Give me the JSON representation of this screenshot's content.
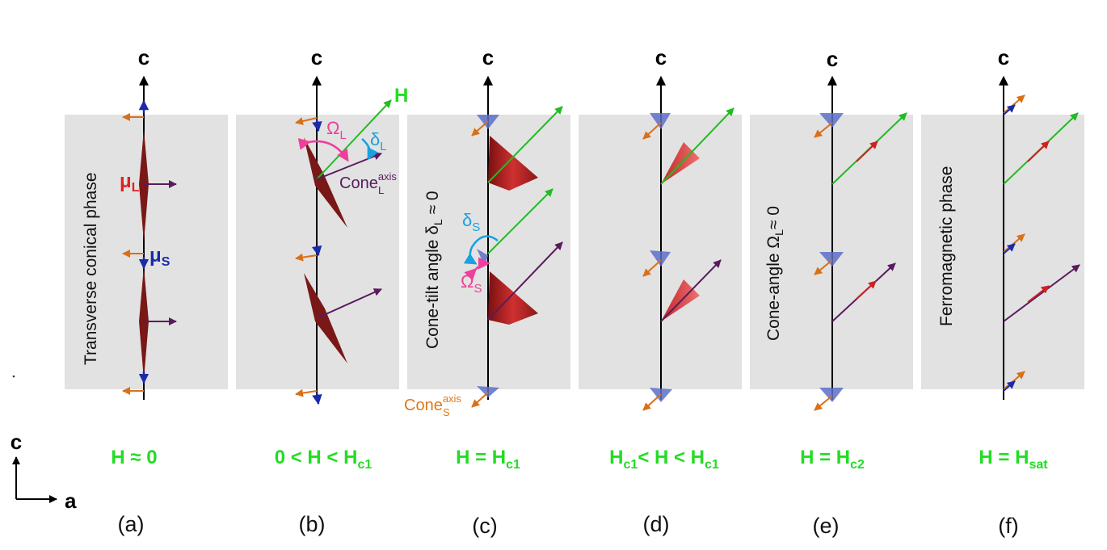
{
  "panels": [
    {
      "letter": "(a)",
      "field_label": "H ≈ 0",
      "side_label": "Transverse conical phase"
    },
    {
      "letter": "(b)",
      "field_label": "0 < H < H",
      "field_sub": "c1"
    },
    {
      "letter": "(c)",
      "field_label": "H = H",
      "field_sub": "c1",
      "side_label": "Cone-tilt angle δ",
      "side_sub": "L",
      "side_tail": " ≈ 0"
    },
    {
      "letter": "(d)",
      "field_label_pre": "H",
      "field_pre_sub": "c1",
      "field_label_mid": "< H < H",
      "field_sub": "c1"
    },
    {
      "letter": "(e)",
      "field_label": "H = H",
      "field_sub": "c2",
      "side_label": "Cone-angle Ω",
      "side_sub": "L",
      "side_tail": "≈ 0"
    },
    {
      "letter": "(f)",
      "field_label": "H = H",
      "field_sub": "sat",
      "side_label": "Ferromagnetic phase"
    }
  ],
  "axis_label": "c",
  "labels": {
    "mu_L": "μ",
    "mu_L_sub": "L",
    "mu_S": "μ",
    "mu_S_sub": "S",
    "H": "H",
    "Omega_L": "Ω",
    "Omega_L_sub": "L",
    "delta_L": "δ",
    "delta_L_sub": "L",
    "cone_L": "Cone",
    "cone_L_sup": "axis",
    "cone_L_sub": "L",
    "delta_S": "δ",
    "delta_S_sub": "S",
    "Omega_S": "Ω",
    "Omega_S_sub": "S",
    "cone_S": "Cone",
    "cone_S_sup": "axis",
    "cone_S_sub": "S"
  },
  "frame": {
    "vertical": "c",
    "horizontal": "a"
  },
  "colors": {
    "panel_bg": "#e2e2e2",
    "field_green": "#22dd22",
    "large_moment": "#cc2222",
    "small_moment": "#1a2aa8",
    "cone_axis": "#5a1a5e",
    "cone_s_axis": "#e07a1a",
    "omega": "#ee3f9a",
    "delta": "#1aa0e0"
  }
}
